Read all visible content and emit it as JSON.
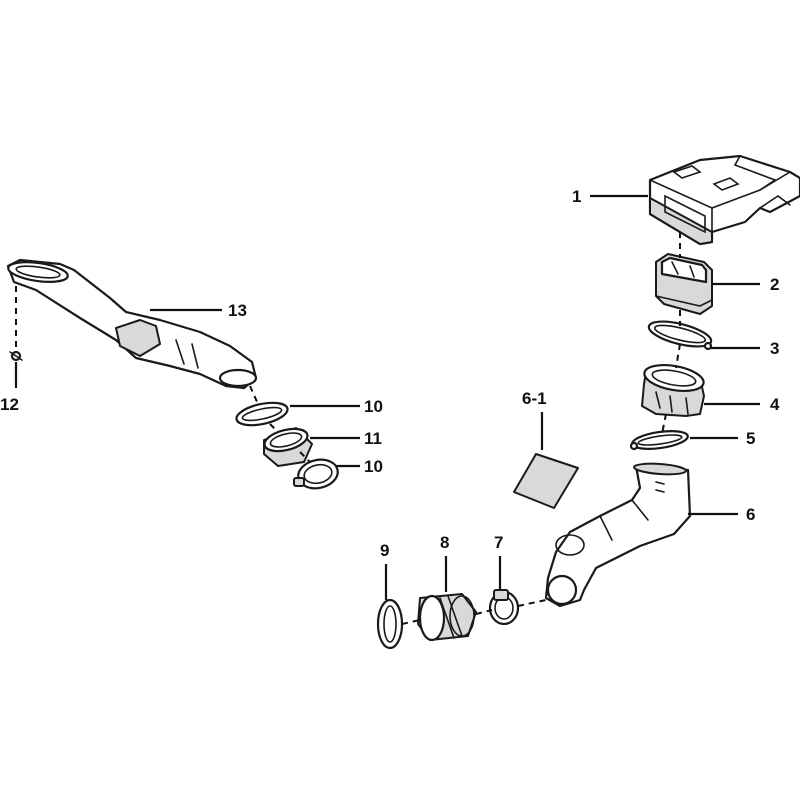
{
  "diagram": {
    "callouts": {
      "c1": "1",
      "c2": "2",
      "c3": "3",
      "c4": "4",
      "c5": "5",
      "c6": "6",
      "c6_1": "6-1",
      "c7": "7",
      "c8": "8",
      "c9": "9",
      "c10a": "10",
      "c10b": "10",
      "c11": "11",
      "c12": "12",
      "c13": "13"
    },
    "colors": {
      "line": "#1a1a1a",
      "shade": "#d9d9d9",
      "background": "#ffffff"
    }
  }
}
